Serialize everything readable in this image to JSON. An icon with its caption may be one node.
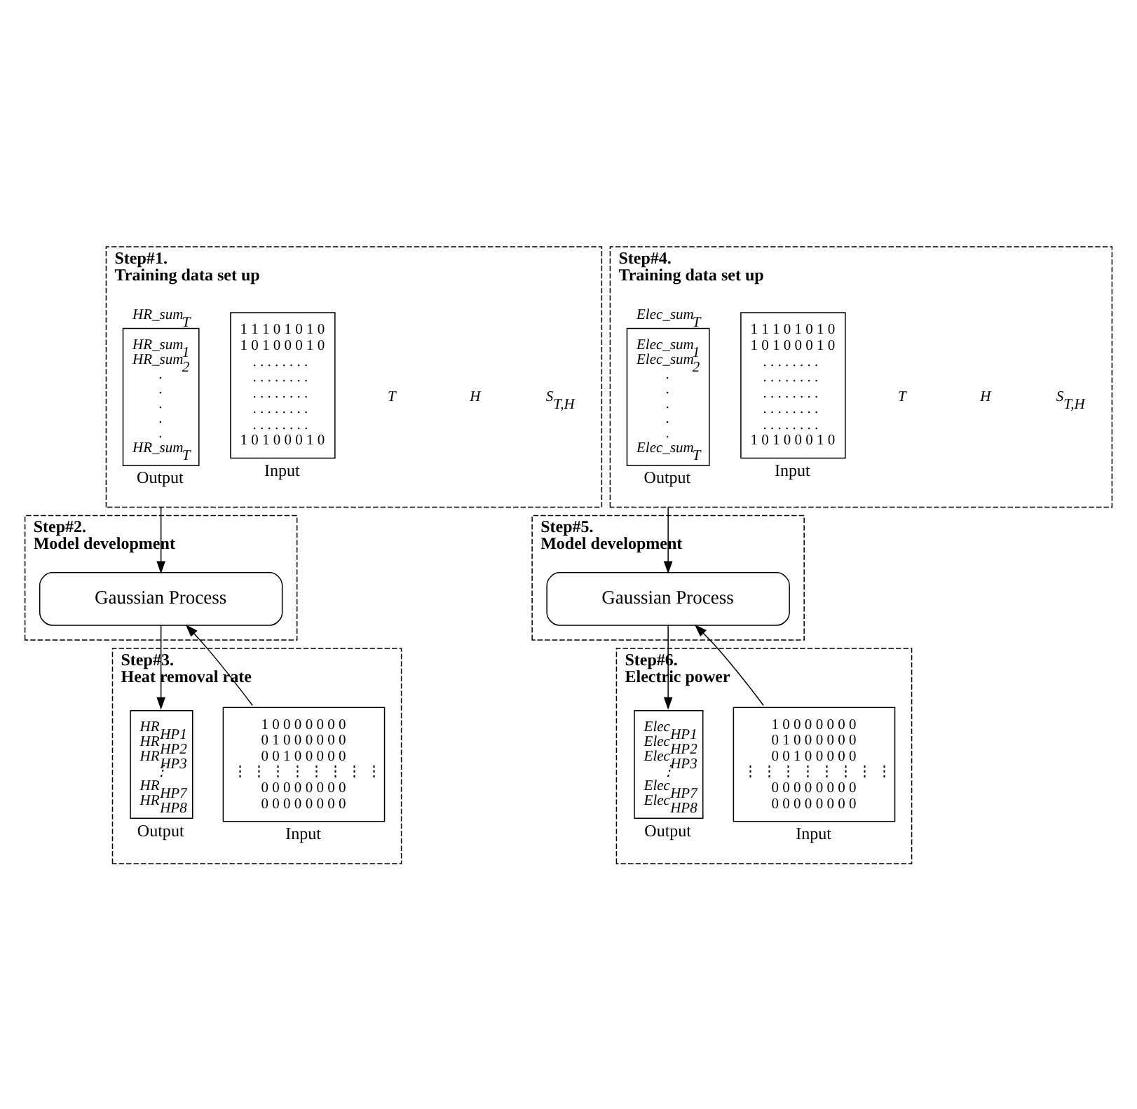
{
  "diagram": {
    "nodes": [
      {
        "text": [
          "Step#1.",
          "Training data set up"
        ]
      },
      {
        "text": [
          "1 1 1 0 1 0 1 0",
          "1 0 1 0 0 0 1 0",
          ". . . . . . . .",
          ". . . . . . . .",
          ". . . . . . . .",
          ". . . . . . . .",
          ". . . . . . . .",
          "1 0 1 0 0 0 1 0"
        ],
        "in": 0,
        "beside": [
          "Input"
        ]
      },
      {
        "text": [
          "HR_sum$_{T}$",
          "HR_sum$_{1}$ HR_sum$_{2}$ . . . . . HR_sum$_{T}$"
        ],
        "in": 0,
        "beside": [
          "Output"
        ]
      },
      {
        "text": [
          "Step#2.",
          "Model development"
        ]
      },
      {
        "text": [
          "Gaussian Process"
        ],
        "in": 3
      },
      {
        "text": [
          "Step#3.",
          "Heat removal rate"
        ]
      },
      {
        "text": [
          "1 0 0 0 0 0 0 0",
          "0 1 0 0 0 0 0 0",
          "0 0 1 0 0 0 0 0",
          "⋮ ⋮ ⋮ ⋮ ⋮ ⋮ ⋮ ⋮",
          "0 0 0 0 0 0 0 0",
          "0 0 0 0 0 0 0 0"
        ],
        "in": 5,
        "beside": [
          "Input"
        ]
      },
      {
        "text": [
          "HR$_{HP1}$",
          "HR$_{HP2}$",
          "HR$_{HP3}$",
          "⋮",
          "HR$_{HP7}$",
          "HR$_{HP8}$"
        ],
        "in": 5,
        "beside": [
          "Output"
        ]
      },
      {
        "text": [
          "Step#4.",
          "Training data set up"
        ]
      },
      {
        "text": [
          "1 1 1 0 1 0 1 0",
          "1 0 1 0 0 0 1 0",
          ". . . . . . . .",
          ". . . . . . . .",
          ". . . . . . . .",
          ". . . . . . . .",
          ". . . . . . . .",
          "1 0 1 0 0 0 1 0"
        ],
        "in": 8,
        "beside": [
          "Input"
        ]
      },
      {
        "text": [
          "Elec_sum$_{T}$",
          "Elec_sum$_{1}$ Elec_sum$_{2}$ . . . . . Elec_sum$_{T}$"
        ],
        "in": 8,
        "beside": [
          "Output"
        ]
      },
      {
        "text": [
          "Step#5.",
          "Model development"
        ]
      },
      {
        "text": [
          "Gaussian Process"
        ],
        "in": 11
      },
      {
        "text": [
          "Step#6.",
          "Electric power"
        ]
      },
      {
        "text": [
          "1 0 0 0 0 0 0 0",
          "0 1 0 0 0 0 0 0",
          "0 0 1 0 0 0 0 0",
          "⋮ ⋮ ⋮ ⋮ ⋮ ⋮ ⋮ ⋮",
          "0 0 0 0 0 0 0 0",
          "0 0 0 0 0 0 0 0"
        ],
        "in": 13,
        "beside": [
          "Input"
        ]
      },
      {
        "text": [
          "Elec$_{HP1}$",
          "Elec$_{HP2}$",
          "Elec$_{HP3}$",
          "⋮",
          "Elec$_{HP7}$",
          "Elec$_{HP8}$"
        ],
        "in": 13,
        "beside": [
          "Output"
        ]
      }
    ],
    "edges": [
      {
        "from": 0,
        "to": 4,
        "arrow": "to"
      },
      {
        "from": 4,
        "to": 7,
        "arrow": "to"
      },
      {
        "from": 6,
        "to": 4,
        "arrow": "to"
      },
      {
        "from": 8,
        "to": 12,
        "arrow": "to"
      },
      {
        "from": 12,
        "to": 15,
        "arrow": "to"
      },
      {
        "from": 14,
        "to": 12,
        "arrow": "to"
      }
    ],
    "labels": [
      "S$_{T,H}$",
      "H",
      "T",
      "S$_{T,H}$",
      "H",
      "T"
    ]
  }
}
